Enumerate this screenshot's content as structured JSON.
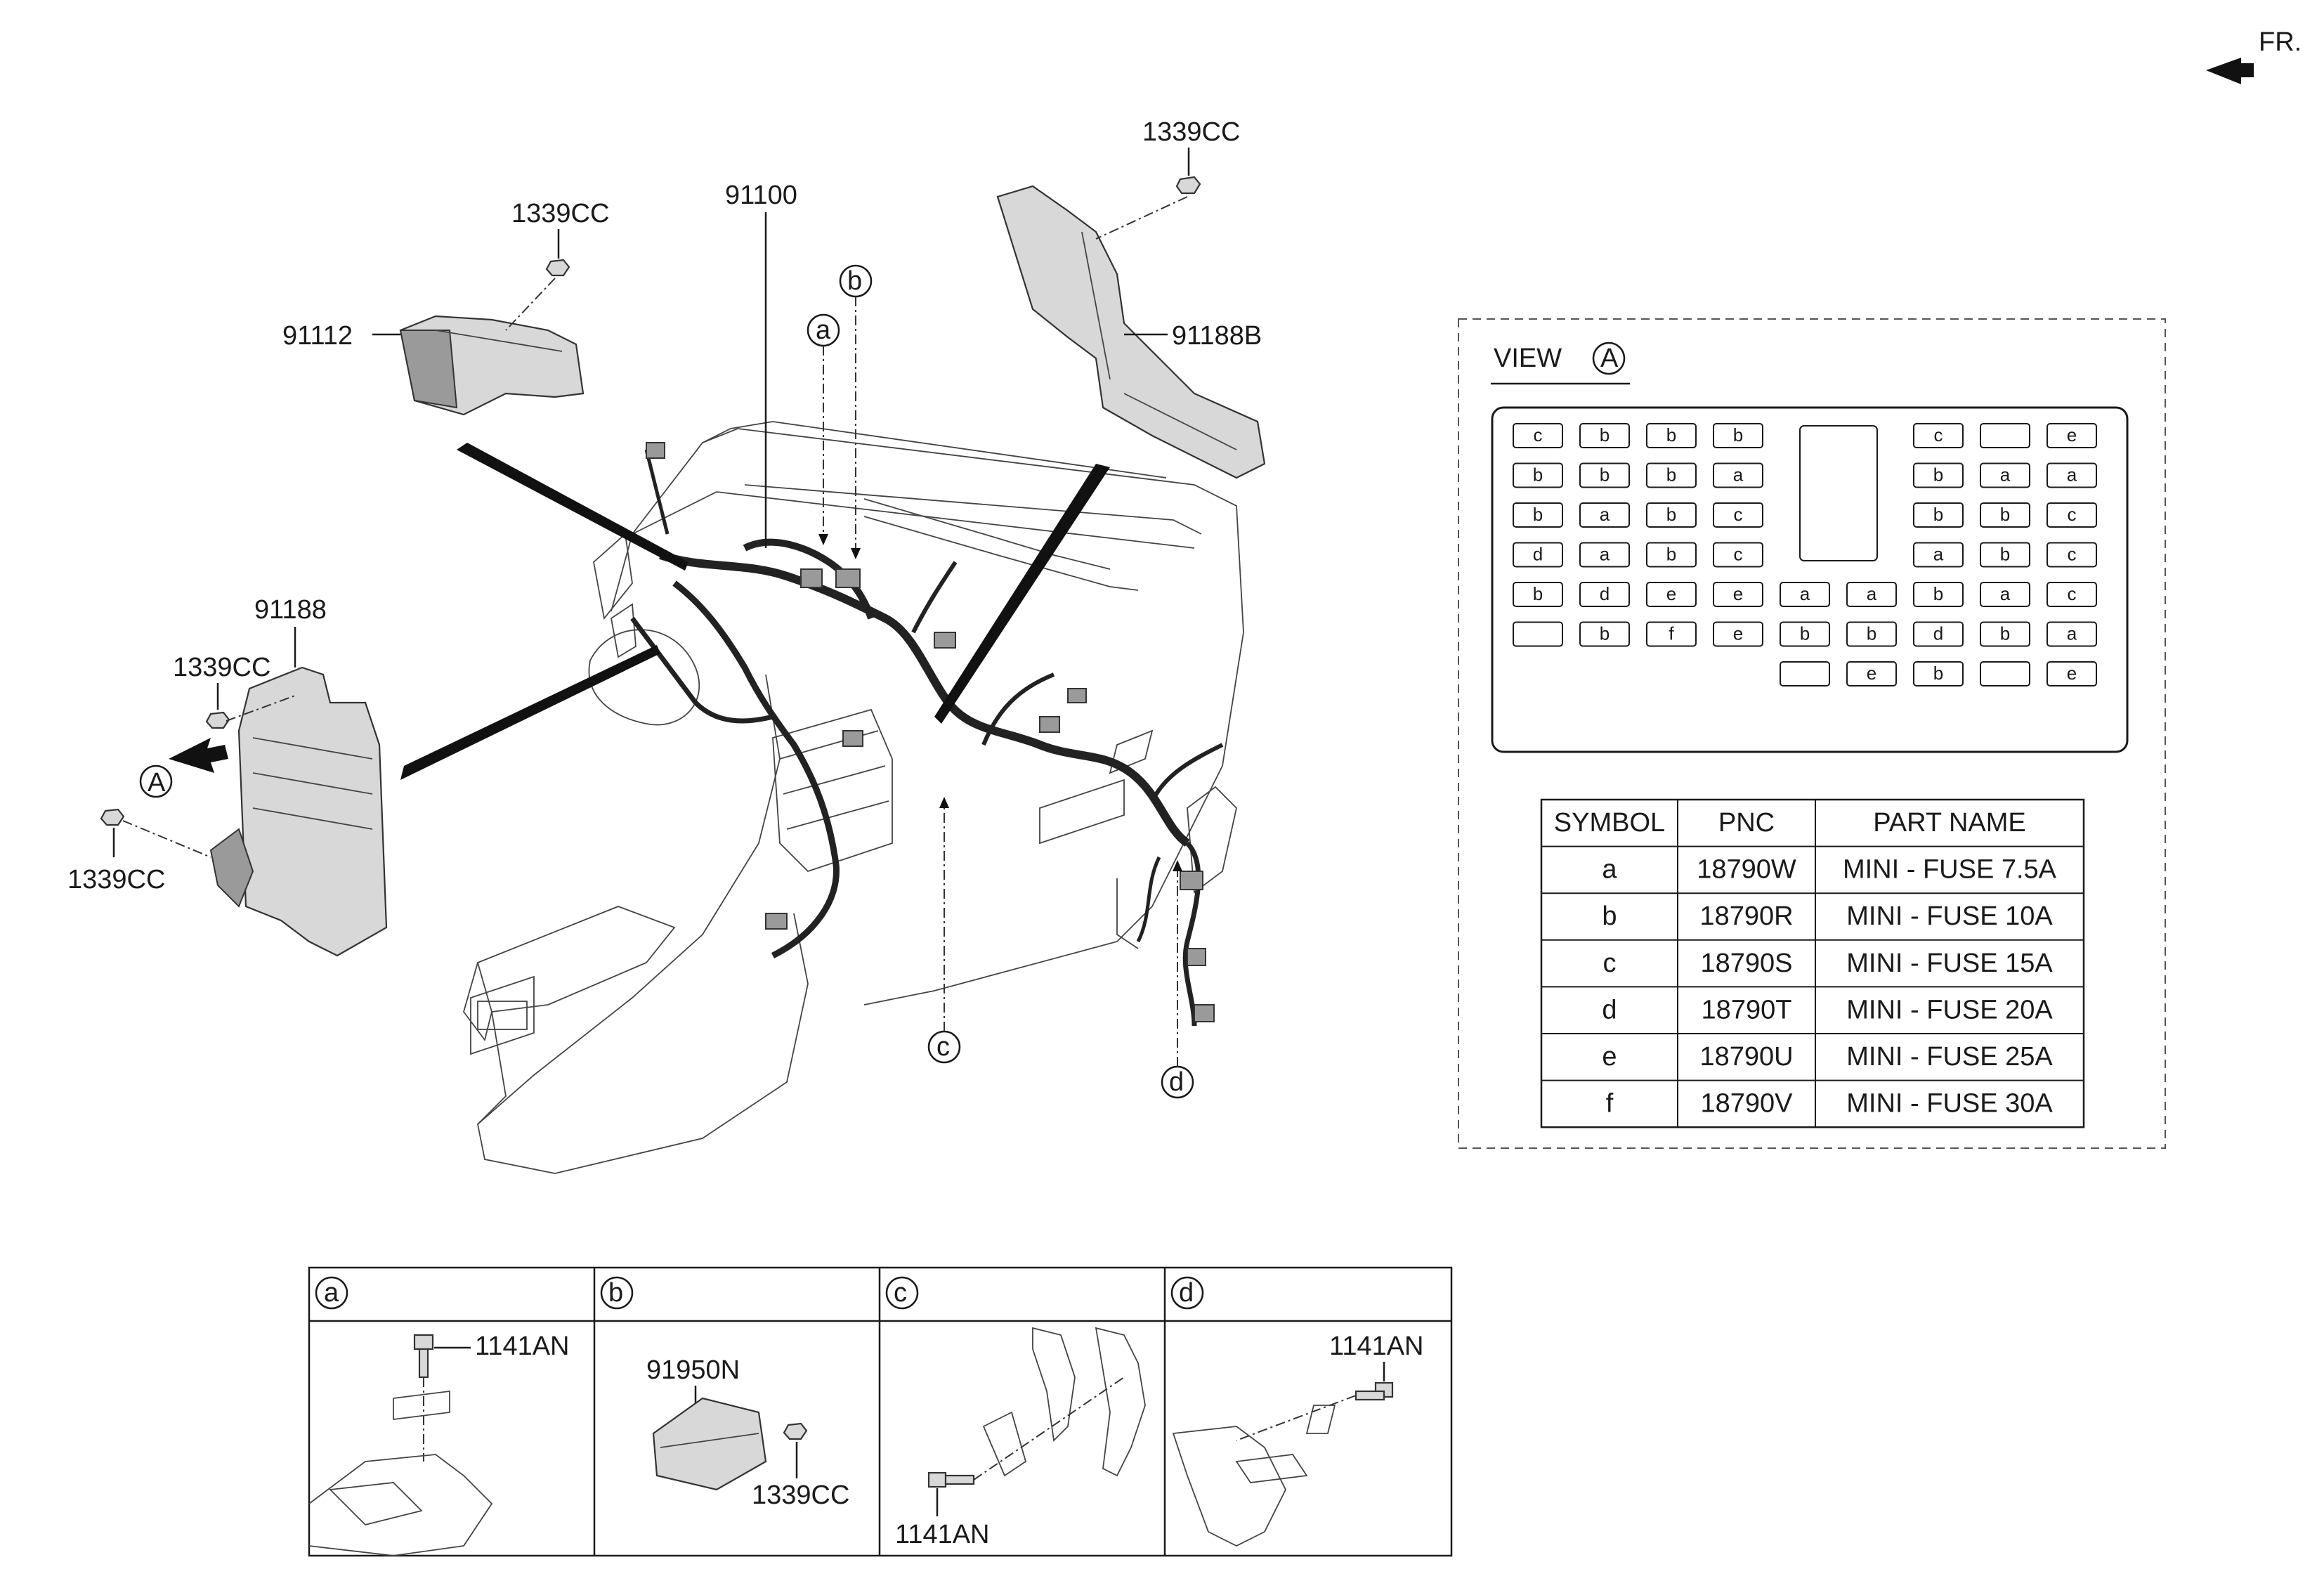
{
  "direction": {
    "label": "FR."
  },
  "callouts": {
    "c91100": "91100",
    "c91112": "91112",
    "c91188": "91188",
    "c91188b": "91188B",
    "c1339_top": "1339CC",
    "c1339_mid": "1339CC",
    "c1339_left_upper": "1339CC",
    "c1339_left_lower": "1339CC",
    "view_a_marker": "A",
    "sym_a": "a",
    "sym_b": "b",
    "sym_c": "c",
    "sym_d": "d"
  },
  "view_a": {
    "title": "VIEW",
    "marker": "A",
    "left_block": [
      [
        "c",
        "b",
        "b",
        "b"
      ],
      [
        "b",
        "b",
        "b",
        "a"
      ],
      [
        "b",
        "a",
        "b",
        "c"
      ],
      [
        "d",
        "a",
        "b",
        "c"
      ],
      [
        "b",
        "d",
        "e",
        "e"
      ],
      [
        "",
        "b",
        "f",
        "e"
      ]
    ],
    "middle_block": [
      [
        "a",
        "a"
      ],
      [
        "b",
        "b"
      ],
      [
        "",
        "e"
      ]
    ],
    "right_block": [
      [
        "c",
        "",
        "e"
      ],
      [
        "b",
        "a",
        "a"
      ],
      [
        "b",
        "b",
        "c"
      ],
      [
        "a",
        "b",
        "c"
      ],
      [
        "b",
        "a",
        "c"
      ],
      [
        "d",
        "b",
        "a"
      ],
      [
        "b",
        "",
        "e"
      ]
    ]
  },
  "fuse_table": {
    "headers": [
      "SYMBOL",
      "PNC",
      "PART NAME"
    ],
    "rows": [
      [
        "a",
        "18790W",
        "MINI - FUSE 7.5A"
      ],
      [
        "b",
        "18790R",
        "MINI - FUSE 10A"
      ],
      [
        "c",
        "18790S",
        "MINI - FUSE 15A"
      ],
      [
        "d",
        "18790T",
        "MINI - FUSE 20A"
      ],
      [
        "e",
        "18790U",
        "MINI - FUSE 25A"
      ],
      [
        "f",
        "18790V",
        "MINI - FUSE 30A"
      ]
    ]
  },
  "detail_panels": [
    {
      "symbol": "a",
      "parts": [
        "1141AN"
      ]
    },
    {
      "symbol": "b",
      "parts": [
        "91950N",
        "1339CC"
      ]
    },
    {
      "symbol": "c",
      "parts": [
        "1141AN"
      ]
    },
    {
      "symbol": "d",
      "parts": [
        "1141AN"
      ]
    }
  ]
}
